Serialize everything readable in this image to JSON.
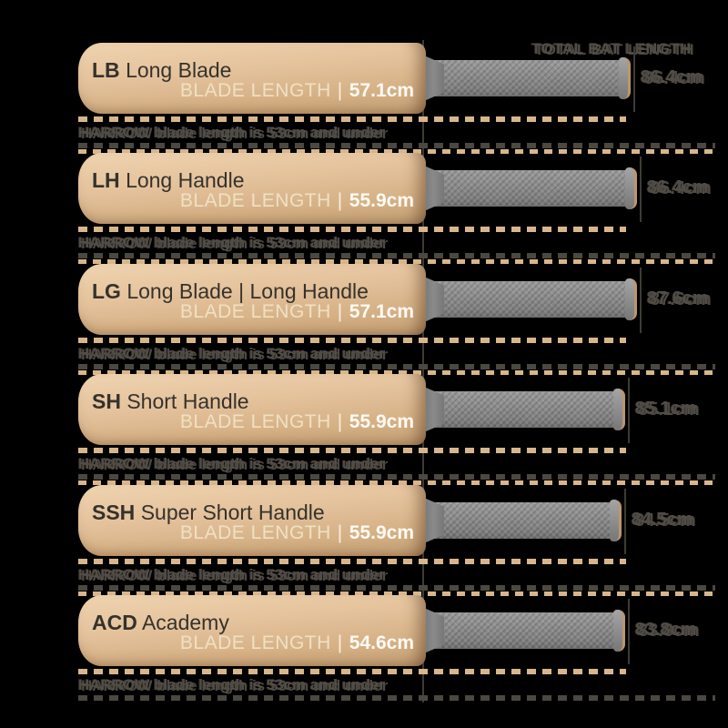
{
  "title": "Cricket bat size guide",
  "header": {
    "total_label": "TOTAL BAT LENGTH"
  },
  "labels": {
    "blade": "BLADE LENGTH",
    "separator": "|",
    "footnote": "HARROW blade length is 53cm and under"
  },
  "colors": {
    "background": "#000000",
    "blade_wood": "#e4c29c",
    "handle_grey": "#8f8f8f",
    "ink_dark": "#35322b",
    "ink_ghost": "#514d46",
    "cream_text": "#efe1c4",
    "tan_dash": "#d8b68c",
    "dark_dash": "#4b4841"
  },
  "bats": [
    {
      "code": "LB",
      "name": "Long Blade",
      "blade_cm": "57.1cm",
      "total_cm": "86.4cm"
    },
    {
      "code": "LH",
      "name": "Long Handle",
      "blade_cm": "55.9cm",
      "total_cm": "86.4cm"
    },
    {
      "code": "LG",
      "name": "Long Blade | Long Handle",
      "blade_cm": "57.1cm",
      "total_cm": "87.6cm"
    },
    {
      "code": "SH",
      "name": "Short Handle",
      "blade_cm": "55.9cm",
      "total_cm": "85.1cm"
    },
    {
      "code": "SSH",
      "name": "Super Short Handle",
      "blade_cm": "55.9cm",
      "total_cm": "84.5cm"
    },
    {
      "code": "ACD",
      "name": "Academy",
      "blade_cm": "54.6cm",
      "total_cm": "83.8cm"
    }
  ],
  "chart_data": {
    "type": "table",
    "title": "Cricket bat sizes",
    "categories": [
      "LB",
      "LH",
      "LG",
      "SH",
      "SSH",
      "ACD"
    ],
    "series": [
      {
        "name": "Blade length (cm)",
        "values": [
          57.1,
          55.9,
          57.1,
          55.9,
          55.9,
          54.6
        ]
      },
      {
        "name": "Total bat length (cm)",
        "values": [
          86.4,
          86.4,
          87.6,
          85.1,
          84.5,
          83.8
        ]
      }
    ]
  }
}
